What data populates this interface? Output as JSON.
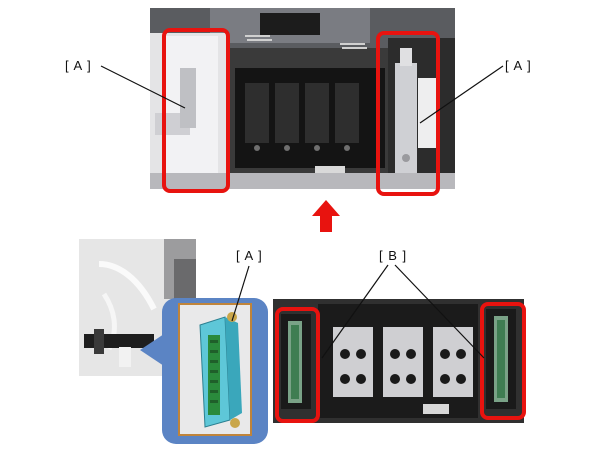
{
  "labels": {
    "a_top_left": "[ A ]",
    "a_top_right": "[ A ]",
    "a_bottom": "[ A ]",
    "b_bottom": "[ B ]"
  },
  "icons": {
    "arrow": "red-up-arrow-icon"
  },
  "colors": {
    "highlight": "#e8130f",
    "callout_fill": "#5b84c4",
    "connector_green": "#2a8a3c",
    "connector_cyan": "#5ec7d8"
  }
}
